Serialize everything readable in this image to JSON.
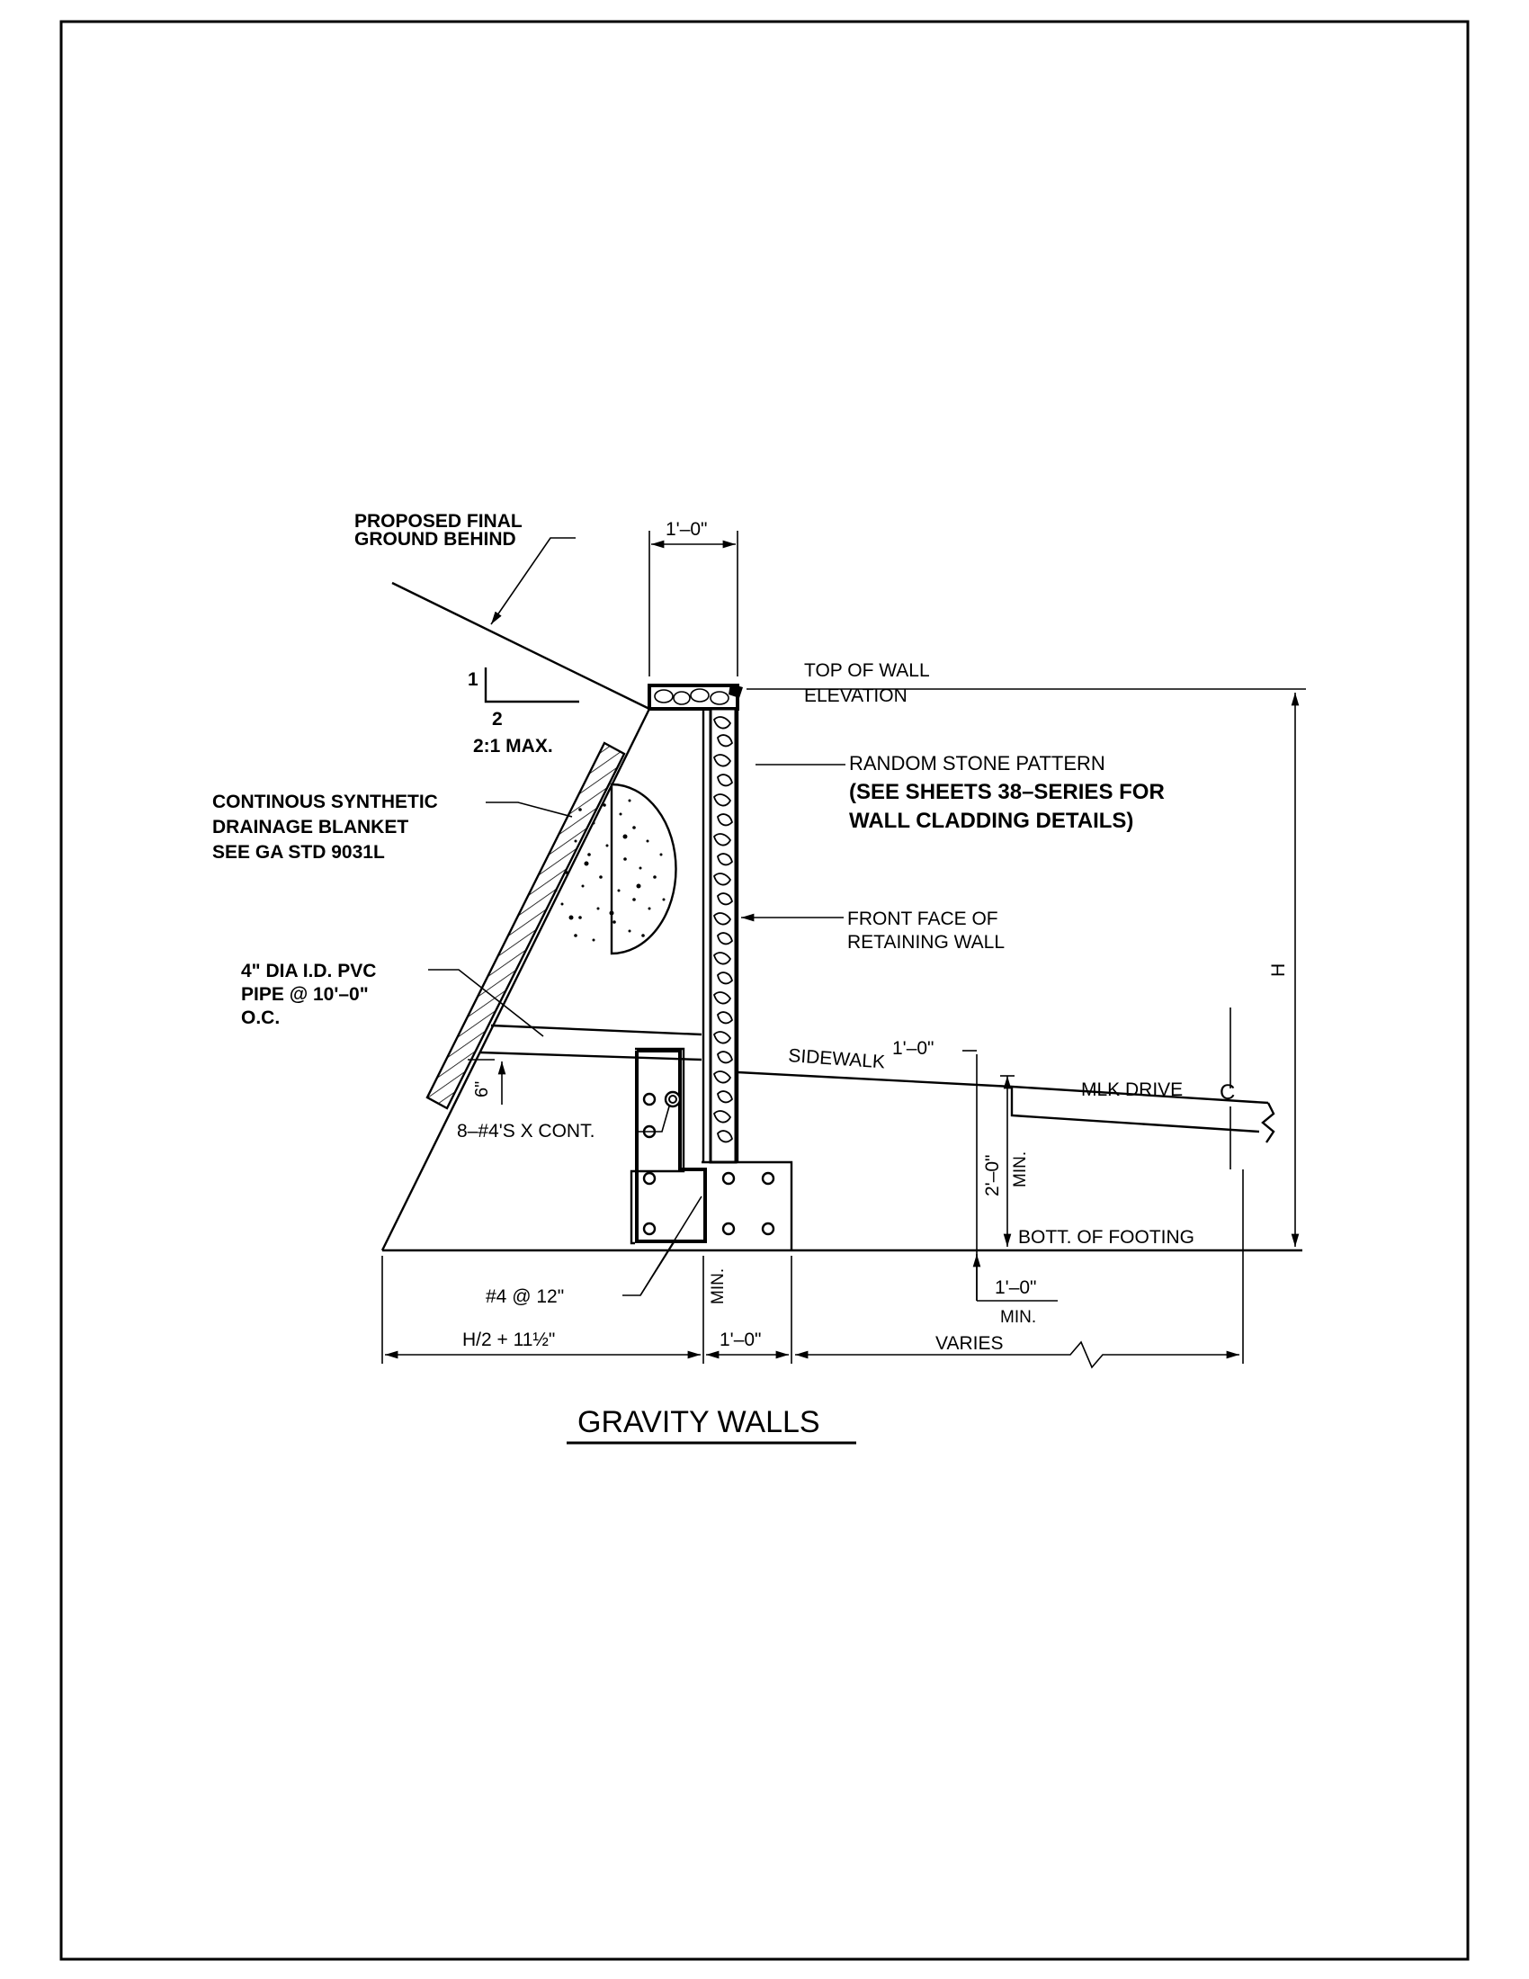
{
  "labels": {
    "proposed_ground_1": "PROPOSED FINAL",
    "proposed_ground_2": "GROUND BEHIND",
    "top_dim": "1'–0\"",
    "slope_rise": "1",
    "slope_run": "2",
    "slope_max": "2:1 MAX.",
    "top_of_wall_1": "TOP OF WALL",
    "top_of_wall_2": "ELEVATION",
    "random_stone": "RANDOM STONE PATTERN",
    "see_sheets_1": "(SEE SHEETS 38–SERIES FOR",
    "see_sheets_2": "WALL CLADDING DETAILS)",
    "drainage_1": "CONTINOUS SYNTHETIC",
    "drainage_2": "DRAINAGE BLANKET",
    "drainage_3": "SEE GA STD 9031L",
    "front_face_1": "FRONT FACE OF",
    "front_face_2": "RETAINING WALL",
    "pipe_1": "4\" DIA I.D. PVC",
    "pipe_2": "PIPE @ 10'–0\"",
    "pipe_3": "O.C.",
    "sidewalk": "SIDEWALK",
    "sidewalk_dim": "1'–0\"",
    "mlk_drive": "MLK DRIVE",
    "centerline": "C",
    "six_inch": "6\"",
    "bars": "8–#4'S X CONT.",
    "two_ft": "2'–0\"",
    "min_vertical": "MIN.",
    "height": "H",
    "bott_footing": "BOTT. OF FOOTING",
    "bar_spacing": "#4 @ 12\"",
    "min_footing": "MIN.",
    "one_ft_min": "1'–0\"",
    "one_ft_min_label": "MIN.",
    "base_dim": "H/2 + 11½\"",
    "base_one_ft": "1'–0\"",
    "varies": "VARIES"
  },
  "title": "GRAVITY WALLS"
}
